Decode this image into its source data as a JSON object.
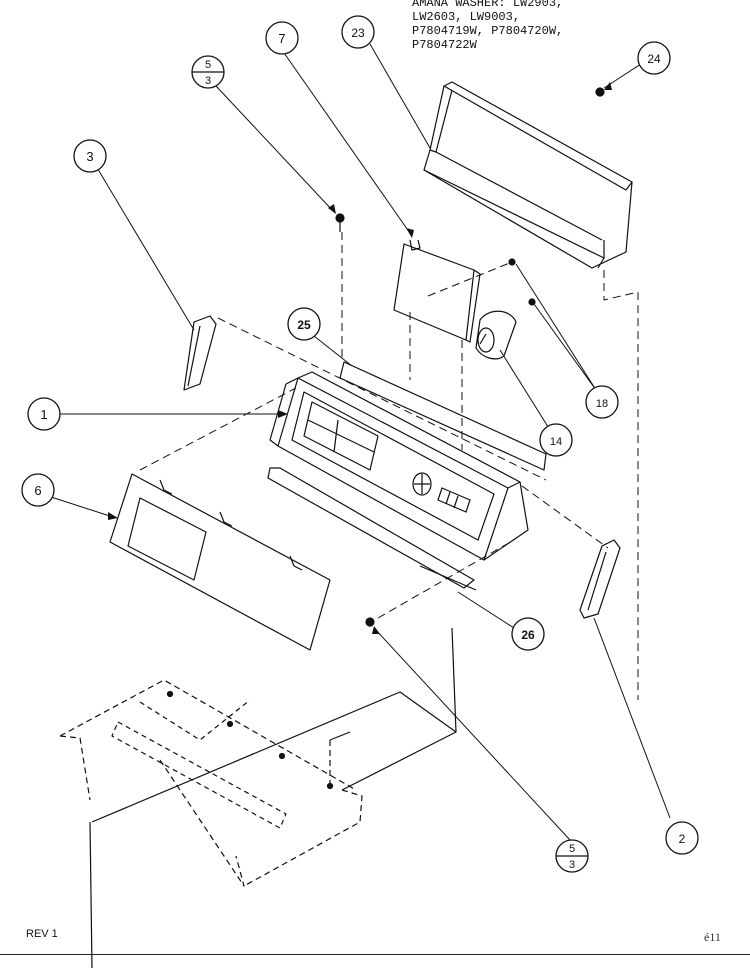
{
  "header": {
    "lines": [
      "AMANA WASHER: LW2903,",
      "LW2603, LW9003,",
      "P7804719W, P7804720W,",
      "P7804722W"
    ]
  },
  "footer": {
    "revision": "REV 1",
    "page_mark": "é11"
  },
  "callouts": [
    {
      "id": "c7",
      "label": "7"
    },
    {
      "id": "c23",
      "label": "23"
    },
    {
      "id": "c24",
      "label": "24"
    },
    {
      "id": "c53top",
      "top": "5",
      "bottom": "3"
    },
    {
      "id": "c3",
      "label": "3"
    },
    {
      "id": "c25",
      "label": "25"
    },
    {
      "id": "c1",
      "label": "1"
    },
    {
      "id": "c18",
      "label": "18"
    },
    {
      "id": "c14",
      "label": "14"
    },
    {
      "id": "c6",
      "label": "6"
    },
    {
      "id": "c26",
      "label": "26"
    },
    {
      "id": "c53bot",
      "top": "5",
      "bottom": "3"
    },
    {
      "id": "c2",
      "label": "2"
    }
  ]
}
